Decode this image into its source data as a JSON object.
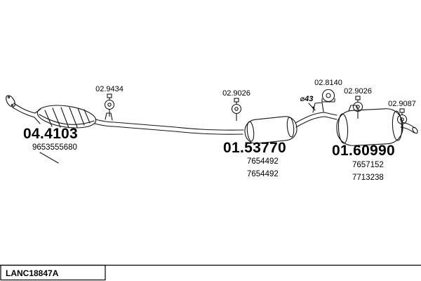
{
  "diagram_type": "exhaust-system-parts-diagram",
  "parts": {
    "clamp_front": {
      "code": "02.9434"
    },
    "catalyst": {
      "code": "04.4103",
      "part_number": "9653555680"
    },
    "clamp_mid": {
      "code": "02.9026"
    },
    "mid_muffler": {
      "code": "01.53770",
      "part_numbers": [
        "7654492",
        "7654492"
      ]
    },
    "pipe_diameter_note": "⌀43",
    "hanger": {
      "code": "02.8140"
    },
    "clamp_rear": {
      "code": "02.9026"
    },
    "rear_muffler": {
      "code": "01.60990",
      "part_numbers": [
        "7657152",
        "7713238"
      ]
    },
    "clamp_tail": {
      "code": "02.9087"
    }
  },
  "title_block": {
    "drawing_number": "LANC18847A"
  }
}
